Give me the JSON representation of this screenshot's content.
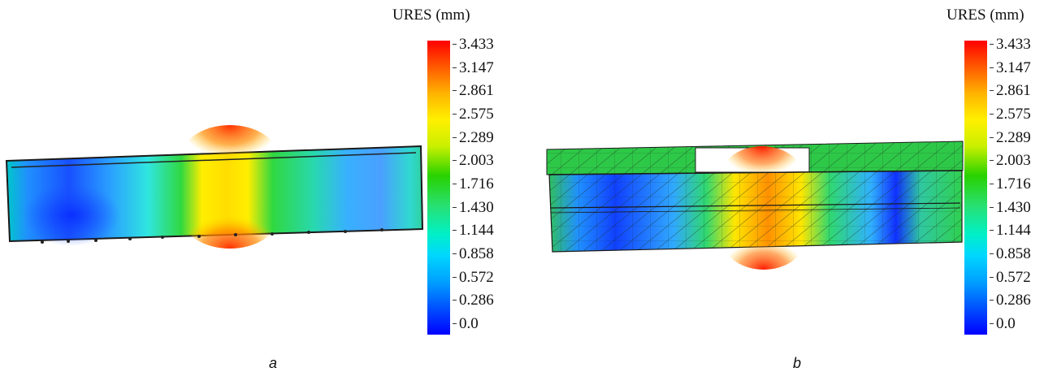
{
  "panels": [
    {
      "caption": "a",
      "colorbar": {
        "title": "URES (mm)",
        "ticks": [
          "3.433",
          "3.147",
          "2.861",
          "2.575",
          "2.289",
          "2.003",
          "1.716",
          "1.430",
          "1.144",
          "0.858",
          "0.572",
          "0.286",
          "0.0"
        ],
        "min": 0.0,
        "max": 3.433
      }
    },
    {
      "caption": "b",
      "colorbar": {
        "title": "URES (mm)",
        "ticks": [
          "3.433",
          "3.147",
          "2.861",
          "2.575",
          "2.289",
          "2.003",
          "1.716",
          "1.430",
          "1.144",
          "0.858",
          "0.572",
          "0.286",
          "0.0"
        ],
        "min": 0.0,
        "max": 3.433
      }
    }
  ],
  "colors": {
    "max": "#ff0000",
    "high": "#ffee00",
    "mid": "#28d200",
    "low_mid": "#00e0d0",
    "low": "#0000ff"
  }
}
